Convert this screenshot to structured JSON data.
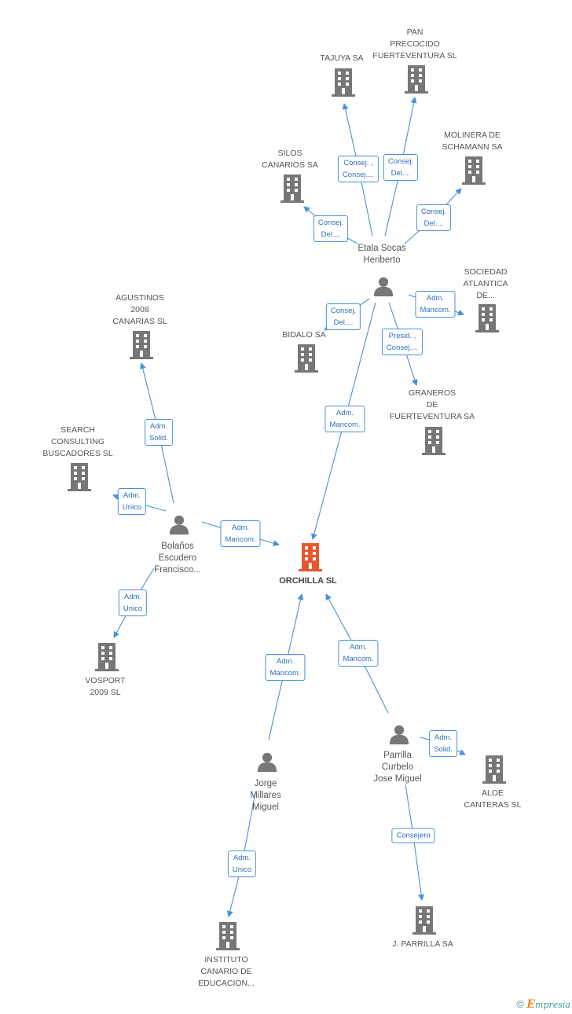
{
  "colors": {
    "edge": "#4a90d9",
    "building": "#777777",
    "main_building": "#e8582d",
    "person": "#777777"
  },
  "nodes": {
    "tajuya": {
      "label": "TAJUYA SA",
      "type": "company"
    },
    "pan": {
      "label": "PAN\nPRECOCIDO\nFUERTEVENTURA SL",
      "type": "company"
    },
    "molinera": {
      "label": "MOLINERA DE\nSCHAMANN SA",
      "type": "company"
    },
    "silos": {
      "label": "SILOS\nCANARIOS SA",
      "type": "company"
    },
    "etala": {
      "label": "Etala Socas\nHeriberto",
      "type": "person"
    },
    "sociedad": {
      "label": "SOCIEDAD\nATLANTICA\nDE...",
      "type": "company"
    },
    "bidalo": {
      "label": "BIDALO SA",
      "type": "company"
    },
    "graneros": {
      "label": "GRANEROS\nDE\nFUERTEVENTURA SA",
      "type": "company"
    },
    "agustinos": {
      "label": "AGUSTINOS\n2008\nCANARIAS  SL",
      "type": "company"
    },
    "search": {
      "label": "SEARCH\nCONSULTING\nBUSCADORES SL",
      "type": "company"
    },
    "bolanos": {
      "label": "Bolaños\nEscudero\nFrancisco...",
      "type": "person"
    },
    "orchilla": {
      "label": "ORCHILLA SL",
      "type": "main"
    },
    "vosport": {
      "label": "VOSPORT\n2009 SL",
      "type": "company"
    },
    "jorge": {
      "label": "Jorge\nMillares\nMiguel",
      "type": "person"
    },
    "parrilla": {
      "label": "Parrilla\nCurbelo\nJose Miguel",
      "type": "person"
    },
    "aloe": {
      "label": "ALOE\nCANTERAS SL",
      "type": "company"
    },
    "instituto": {
      "label": "INSTITUTO\nCANARIO DE\nEDUCACION...",
      "type": "company"
    },
    "jparrilla": {
      "label": "J.  PARRILLA SA",
      "type": "company"
    }
  },
  "edges": {
    "etala_tajuya": {
      "label": "Consej. ,\nConsej...."
    },
    "etala_pan": {
      "label": "Consej.\nDel...."
    },
    "etala_silos": {
      "label": "Consej.\nDel...."
    },
    "etala_molinera": {
      "label": "Consej.\nDel...."
    },
    "etala_sociedad": {
      "label": "Adm.\nMancom."
    },
    "etala_bidalo": {
      "label": "Consej.\nDel...."
    },
    "etala_graneros": {
      "label": "Presid. ,\nConsej...."
    },
    "etala_orchilla": {
      "label": "Adm.\nMancom."
    },
    "bolanos_agustinos": {
      "label": "Adm.\nSolid."
    },
    "bolanos_search": {
      "label": "Adm.\nUnico"
    },
    "bolanos_orchilla": {
      "label": "Adm.\nMancom."
    },
    "bolanos_vosport": {
      "label": "Adm.\nUnico"
    },
    "jorge_orchilla": {
      "label": "Adm.\nMancom."
    },
    "parrilla_orchilla": {
      "label": "Adm.\nMancom."
    },
    "parrilla_aloe": {
      "label": "Adm.\nSolid."
    },
    "jorge_instituto": {
      "label": "Adm.\nUnico"
    },
    "parrilla_jparrilla": {
      "label": "Consejero"
    }
  },
  "footer": {
    "copyright": "©",
    "brand_first": "E",
    "brand_rest": "mpresia"
  }
}
